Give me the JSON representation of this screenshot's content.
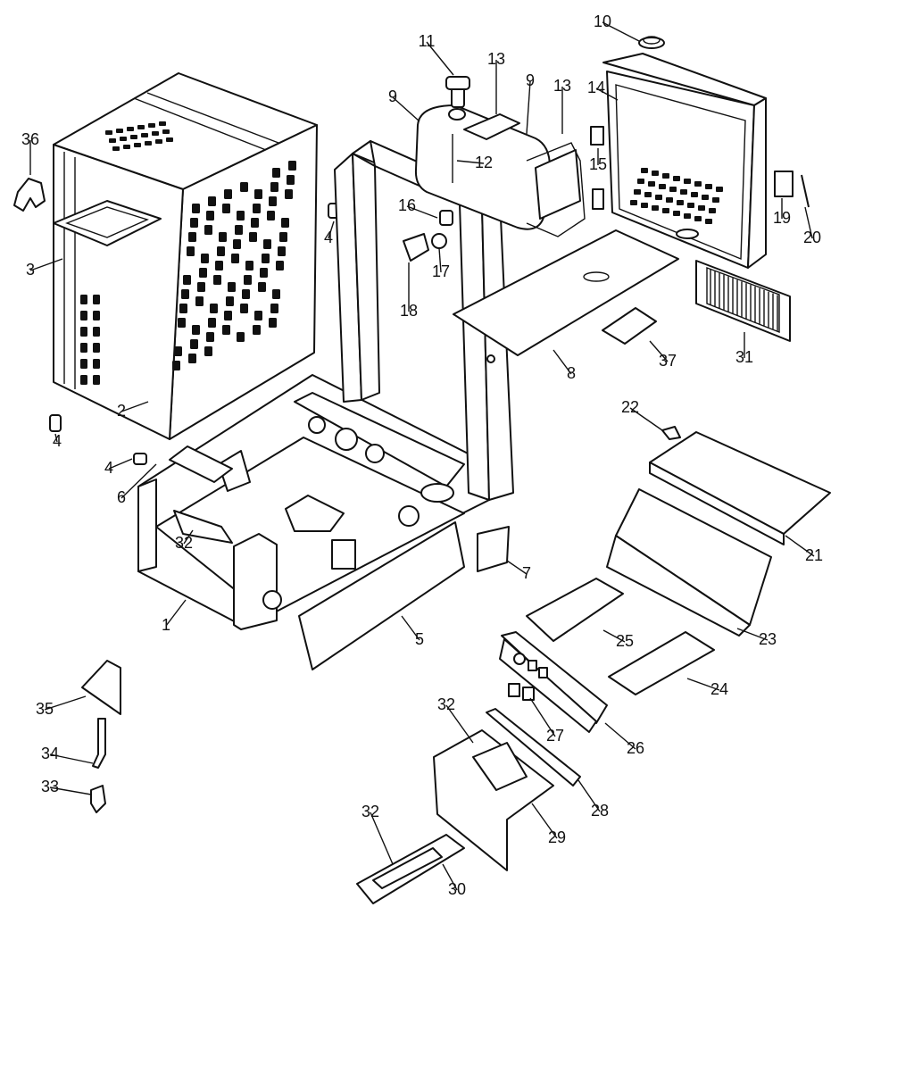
{
  "callouts": [
    {
      "id": "1",
      "label": "1"
    },
    {
      "id": "2",
      "label": "2"
    },
    {
      "id": "3",
      "label": "3"
    },
    {
      "id": "4a",
      "label": "4"
    },
    {
      "id": "4b",
      "label": "4"
    },
    {
      "id": "4c",
      "label": "4"
    },
    {
      "id": "5",
      "label": "5"
    },
    {
      "id": "6",
      "label": "6"
    },
    {
      "id": "7",
      "label": "7"
    },
    {
      "id": "8",
      "label": "8"
    },
    {
      "id": "9a",
      "label": "9"
    },
    {
      "id": "9b",
      "label": "9"
    },
    {
      "id": "10",
      "label": "10"
    },
    {
      "id": "11",
      "label": "11"
    },
    {
      "id": "12",
      "label": "12"
    },
    {
      "id": "13a",
      "label": "13"
    },
    {
      "id": "13b",
      "label": "13"
    },
    {
      "id": "14",
      "label": "14"
    },
    {
      "id": "15",
      "label": "15"
    },
    {
      "id": "16",
      "label": "16"
    },
    {
      "id": "17",
      "label": "17"
    },
    {
      "id": "18",
      "label": "18"
    },
    {
      "id": "19",
      "label": "19"
    },
    {
      "id": "20",
      "label": "20"
    },
    {
      "id": "21",
      "label": "21"
    },
    {
      "id": "22",
      "label": "22"
    },
    {
      "id": "23",
      "label": "23"
    },
    {
      "id": "24",
      "label": "24"
    },
    {
      "id": "25",
      "label": "25"
    },
    {
      "id": "26",
      "label": "26"
    },
    {
      "id": "27",
      "label": "27"
    },
    {
      "id": "28",
      "label": "28"
    },
    {
      "id": "29",
      "label": "29"
    },
    {
      "id": "30",
      "label": "30"
    },
    {
      "id": "31",
      "label": "31"
    },
    {
      "id": "32a",
      "label": "32"
    },
    {
      "id": "32b",
      "label": "32"
    },
    {
      "id": "32c",
      "label": "32"
    },
    {
      "id": "33",
      "label": "33"
    },
    {
      "id": "34",
      "label": "34"
    },
    {
      "id": "35",
      "label": "35"
    },
    {
      "id": "36",
      "label": "36"
    },
    {
      "id": "37",
      "label": "37"
    }
  ]
}
